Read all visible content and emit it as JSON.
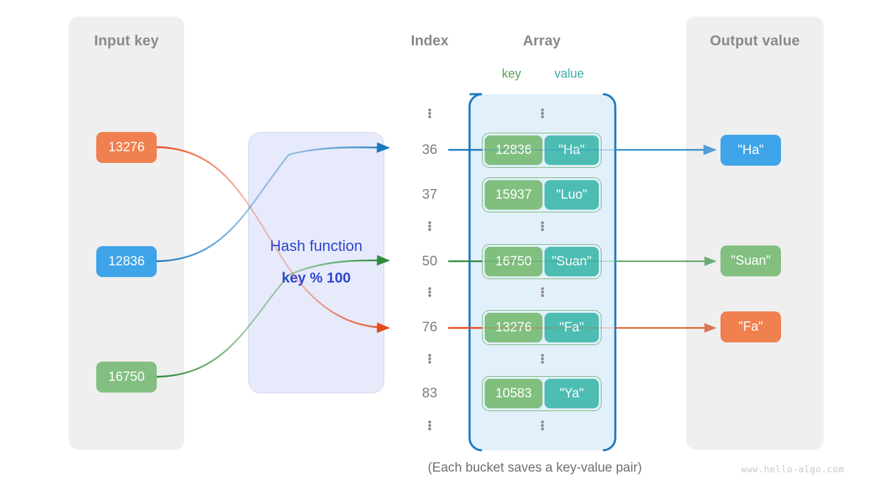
{
  "panels": {
    "input": {
      "title": "Input key"
    },
    "output": {
      "title": "Output value"
    }
  },
  "hash_function": {
    "name": "Hash function",
    "formula": "key % 100",
    "color": "#2d46d0"
  },
  "columns": {
    "index_head": "Index",
    "array_head": "Array",
    "key_head": "key",
    "value_head": "value"
  },
  "input_keys": [
    {
      "label": "13276",
      "color": "#f0804f"
    },
    {
      "label": "12836",
      "color": "#40a4e8"
    },
    {
      "label": "16750",
      "color": "#82bf80"
    }
  ],
  "output_values": [
    {
      "label": "\"Ha\"",
      "color": "#40a4e8"
    },
    {
      "label": "\"Suan\"",
      "color": "#82bf80"
    },
    {
      "label": "\"Fa\"",
      "color": "#f0804f"
    }
  ],
  "index_column": [
    "⋮",
    "36",
    "37",
    "⋮",
    "50",
    "⋮",
    "76",
    "⋮",
    "83",
    "⋮"
  ],
  "buckets": [
    {
      "index": "36",
      "key": "12836",
      "value": "\"Ha\""
    },
    {
      "index": "37",
      "key": "15937",
      "value": "\"Luo\""
    },
    {
      "index": "50",
      "key": "16750",
      "value": "\"Suan\""
    },
    {
      "index": "76",
      "key": "13276",
      "value": "\"Fa\""
    },
    {
      "index": "83",
      "key": "10583",
      "value": "\"Ya\""
    }
  ],
  "mappings": [
    {
      "key": "13276",
      "index": "76",
      "value": "\"Fa\"",
      "color": "#e8491b"
    },
    {
      "key": "12836",
      "index": "36",
      "value": "\"Ha\"",
      "color": "#1878c0"
    },
    {
      "key": "16750",
      "index": "50",
      "value": "\"Suan\"",
      "color": "#2e8b3d"
    }
  ],
  "caption": "(Each bucket saves a key-value pair)",
  "watermark": "www.hello-algo.com",
  "theme": {
    "panel_bg": "#efefef",
    "array_bg": "#e2f0fb",
    "array_border": "#1878c0",
    "bucket_border": "#7cb97f",
    "key_fill": "#81bf7f",
    "value_fill": "#4dbdb4",
    "heading_gray": "#898989"
  }
}
